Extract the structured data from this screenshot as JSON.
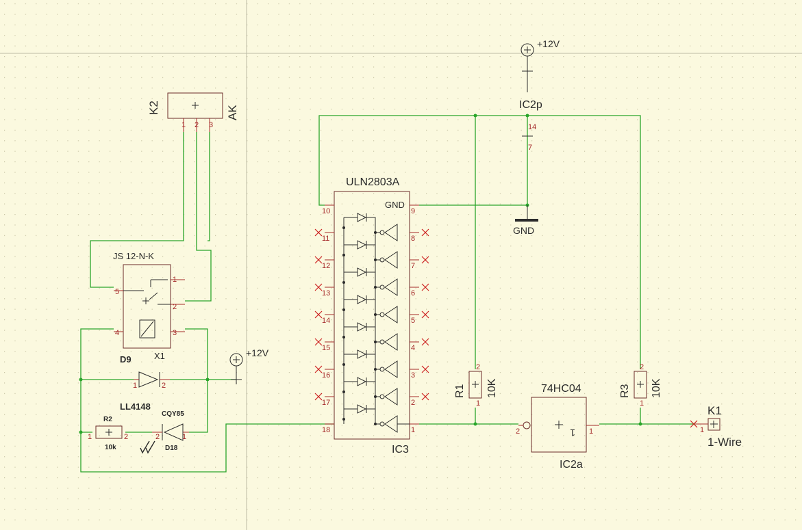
{
  "colors": {
    "background": "#fbf9df",
    "wire": "#2aa52a",
    "pin": "#a52a2a",
    "body": "#6b2a2a",
    "nc": "#cc2222"
  },
  "schematic": {
    "k2": {
      "ref": "K2",
      "value": "AK",
      "pins": [
        "1",
        "2",
        "3"
      ]
    },
    "relay": {
      "value": "JS 12-N-K",
      "ref": "X1",
      "pins": [
        "1",
        "5",
        "2",
        "4",
        "3"
      ]
    },
    "diode_d9": {
      "ref": "D9",
      "value": "LL4148",
      "pins": [
        "1",
        "2"
      ]
    },
    "power_left": {
      "label": "+12V"
    },
    "r2": {
      "ref": "R2",
      "value": "10k",
      "pins": [
        "1",
        "2"
      ]
    },
    "led_d18": {
      "value": "CQY85",
      "ref": "D18",
      "pins": [
        "2",
        "1"
      ]
    },
    "ic3": {
      "value": "ULN2803A",
      "ref": "IC3",
      "gnd_label": "GND",
      "left_pins": [
        "10",
        "11",
        "12",
        "13",
        "14",
        "15",
        "16",
        "17",
        "18"
      ],
      "right_pins": [
        "9",
        "8",
        "7",
        "6",
        "5",
        "4",
        "3",
        "2",
        "1"
      ]
    },
    "power_top": {
      "label": "+12V"
    },
    "ic2p": {
      "ref": "IC2p",
      "pins": [
        "14",
        "7"
      ]
    },
    "gnd": {
      "label": "GND"
    },
    "r1": {
      "ref": "R1",
      "value": "10K",
      "pins": [
        "2",
        "1"
      ]
    },
    "ic2a": {
      "value": "74HC04",
      "ref": "IC2a",
      "symbol": "1",
      "pins": [
        "2",
        "1"
      ]
    },
    "r3": {
      "ref": "R3",
      "value": "10K",
      "pins": [
        "2",
        "1"
      ]
    },
    "k1": {
      "ref": "K1",
      "value": "1-Wire",
      "pins": [
        "1"
      ]
    }
  }
}
